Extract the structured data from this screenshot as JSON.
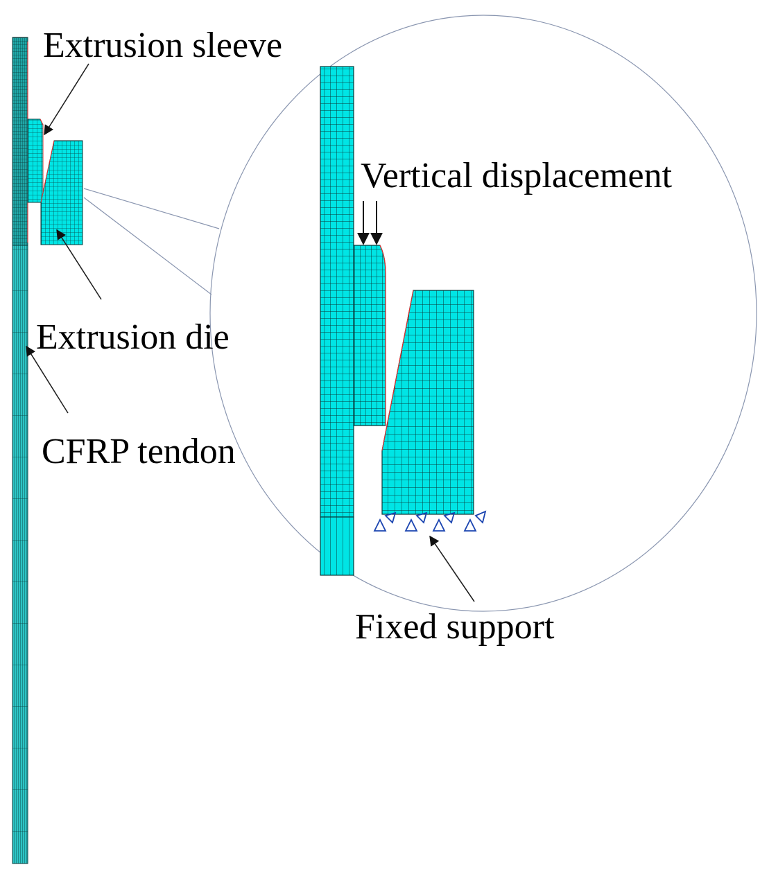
{
  "colors": {
    "mesh_fill": "#00e5e5",
    "mesh_line": "#0a3a3a",
    "tendon_fill": "#1fa6a6",
    "contact_line": "#e03030",
    "leader_line": "#222222",
    "callout_line": "#8a96b0",
    "support_symbol": "#1a44b0",
    "text": "#000000"
  },
  "labels": {
    "extrusion_sleeve": "Extrusion sleeve",
    "extrusion_die": "Extrusion die",
    "cfrp_tendon": "CFRP tendon",
    "vertical_displacement": "Vertical displacement",
    "fixed_support": "Fixed support"
  },
  "icons": {
    "displacement": "down-arrow-icon",
    "support": "triangle-pin-icon"
  }
}
